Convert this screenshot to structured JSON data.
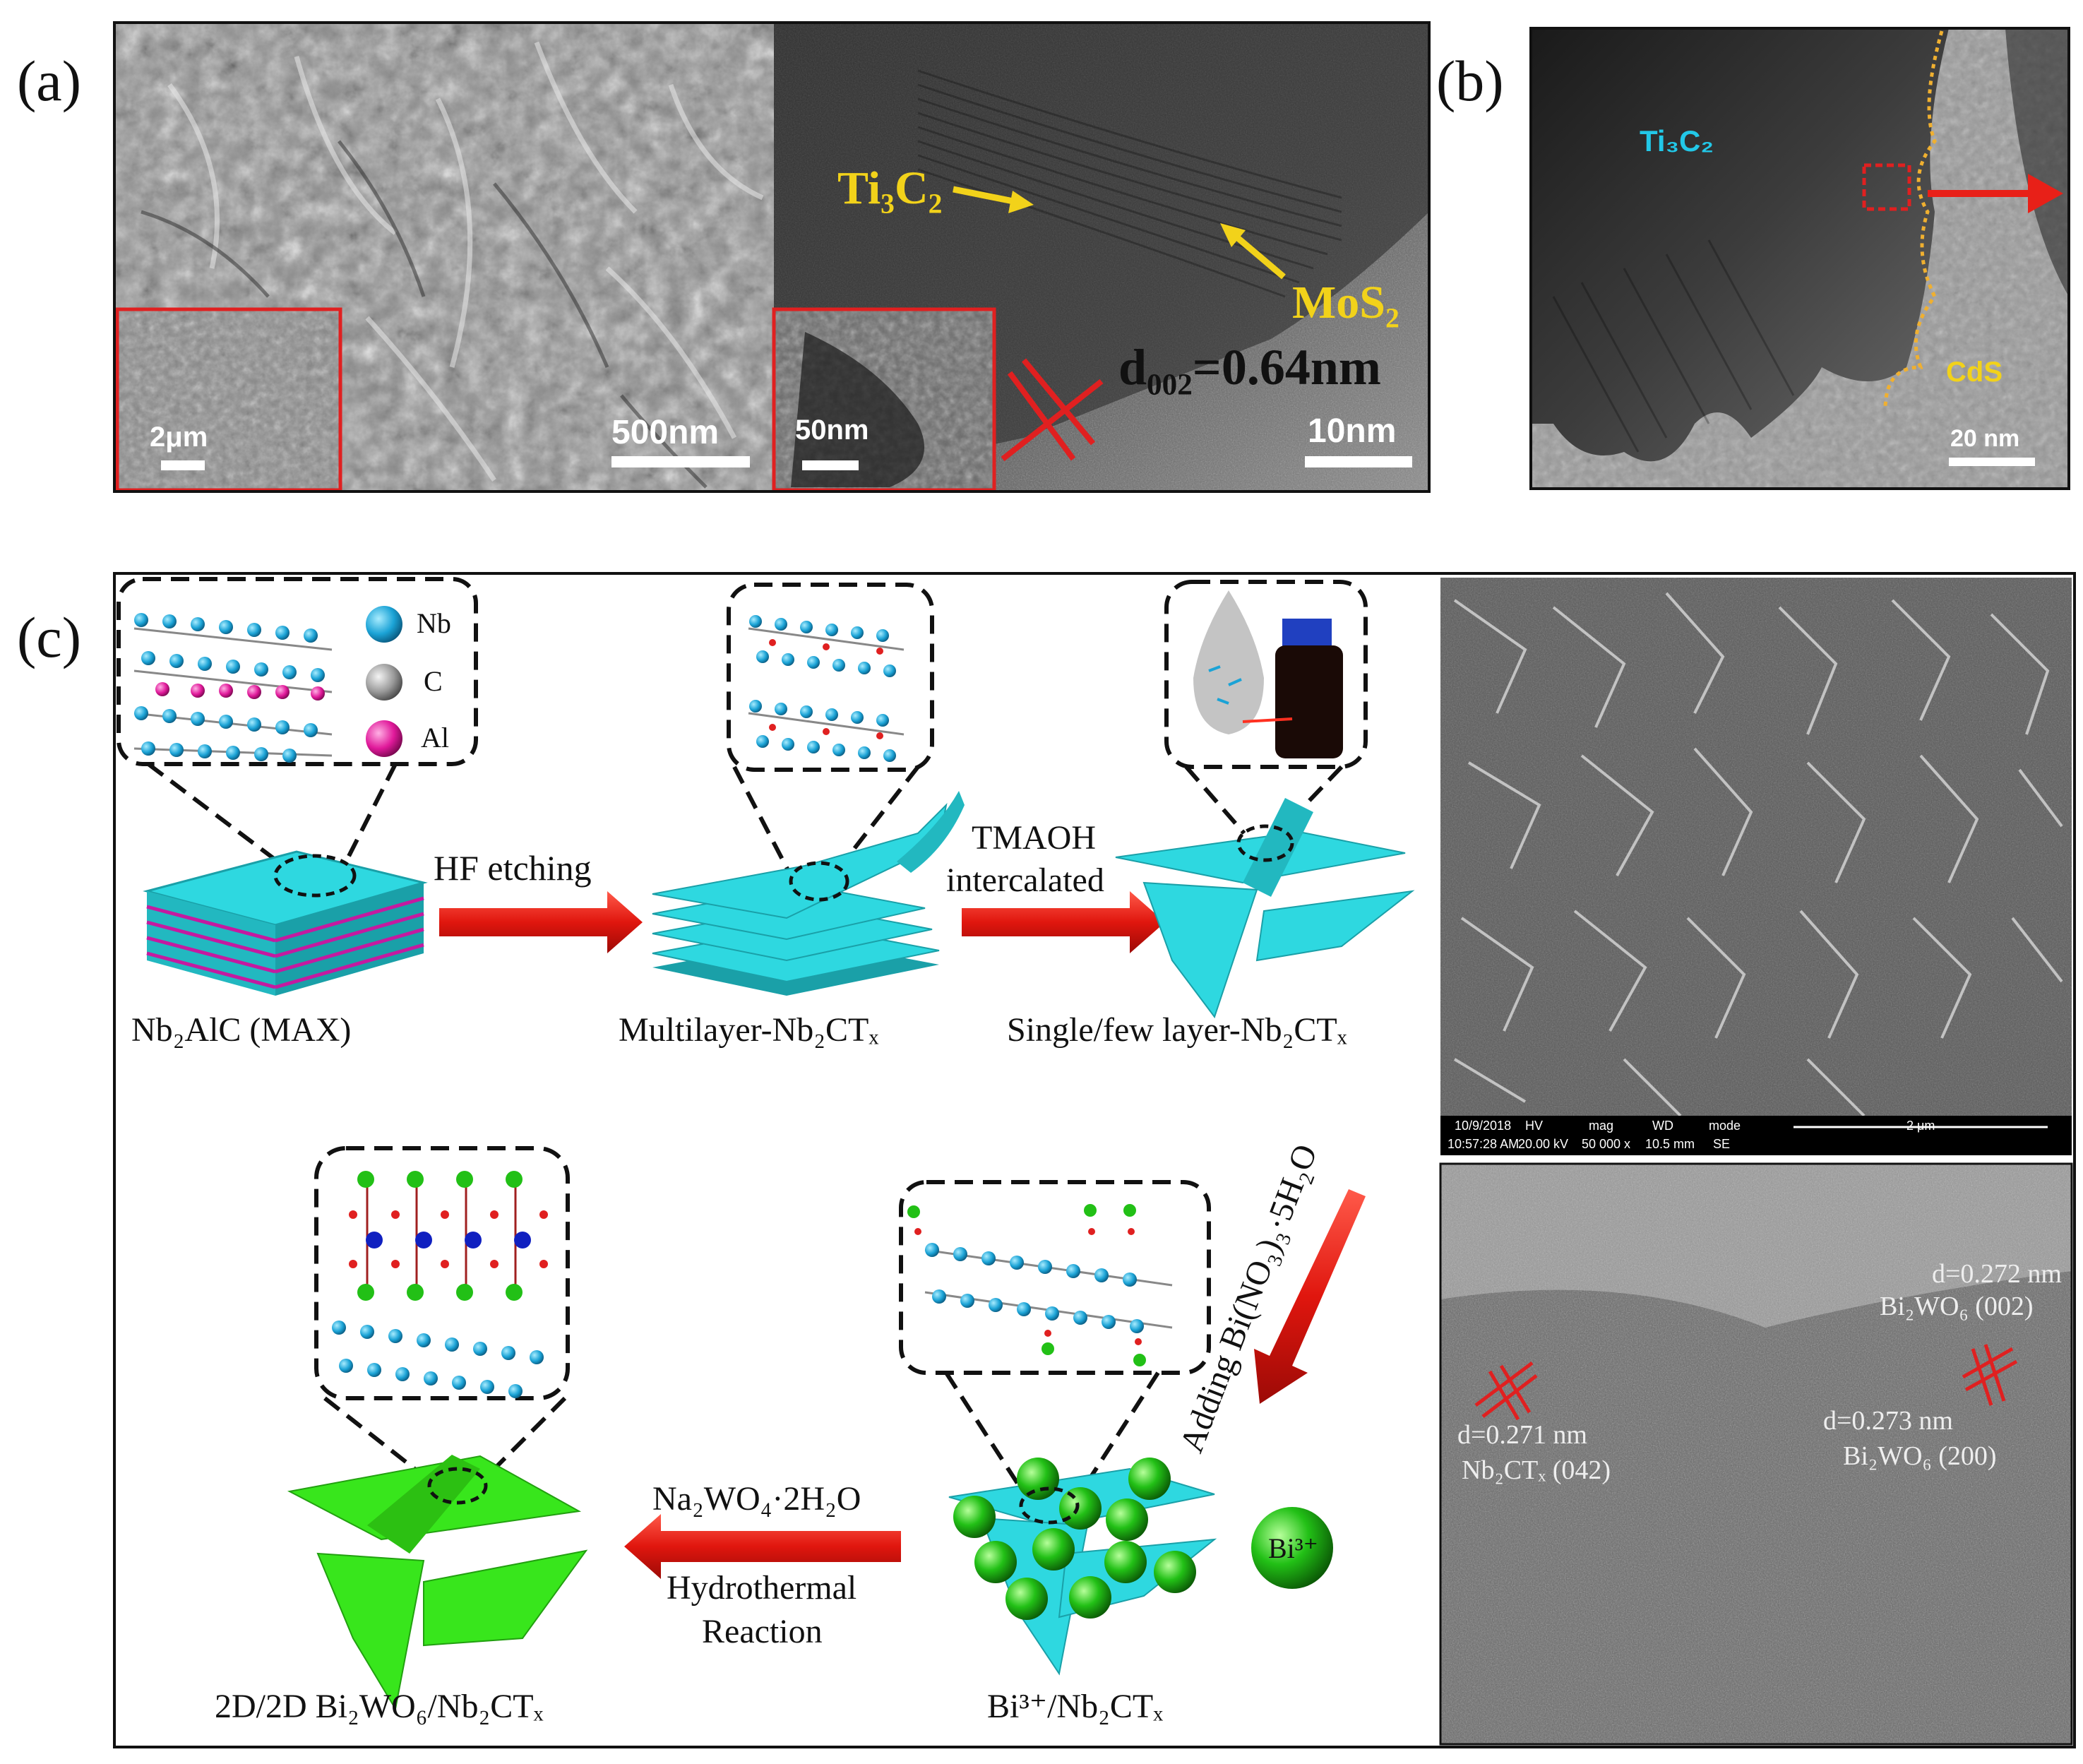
{
  "panels": {
    "a": {
      "letter": "(a)",
      "scale_main": "500nm",
      "scale_inset": "2μm",
      "label_ti3c2": "Ti₃C₂",
      "label_mos2": "MoS₂",
      "d_spacing": "d₀₀₂=0.64nm",
      "scale_tem": "10nm",
      "scale_tem_inset": "50nm"
    },
    "b": {
      "letter": "(b)",
      "label_ti3c2": "Ti₃C₂",
      "label_cds": "CdS",
      "scale": "20 nm"
    },
    "c": {
      "letter": "(c)",
      "legend": [
        "Nb",
        "C",
        "Al"
      ],
      "step1_label": "Nb₂AlC (MAX)",
      "arrow1_label": "HF etching",
      "step2_label": "Multilayer-Nb₂CTₓ",
      "arrow2_label_1": "TMAOH",
      "arrow2_label_2": "intercalated",
      "step3_label": "Single/few layer-Nb₂CTₓ",
      "arrow3_label": "Adding Bi(NO₃)₃·5H₂O",
      "bi_ball": "Bi³⁺",
      "step4_label": "Bi³⁺/Nb₂CTₓ",
      "arrow4_label_1": "Na₂WO₄·2H₂O",
      "arrow4_label_2": "Hydrothermal",
      "arrow4_label_3": "Reaction",
      "step5_label": "2D/2D Bi₂WO₆/Nb₂CTₓ",
      "sem_info": {
        "headers": [
          "10/9/2018",
          "HV",
          "mag",
          "WD",
          "mode"
        ],
        "values": [
          "10:57:28 AM",
          "20.00 kV",
          "50 000 x",
          "10.5 mm",
          "SE"
        ],
        "scale": "2 μm"
      },
      "hrtem": {
        "d1": "d=0.272 nm",
        "d1_phase": "Bi₂WO₆ (002)",
        "d2": "d=0.273 nm",
        "d2_phase": "Bi₂WO₆ (200)",
        "d3": "d=0.271 nm",
        "d3_phase": "Nb₂CTₓ (042)"
      }
    }
  },
  "colors": {
    "cyan_sheet": "#2ed8e0",
    "green_sheet": "#38e61c",
    "arrow_red": "#e0160e",
    "label_yellow": "#f2d21a",
    "label_cyan": "#22c8e8",
    "nb_atom": "#1ba3d6",
    "al_atom": "#e0199a"
  }
}
